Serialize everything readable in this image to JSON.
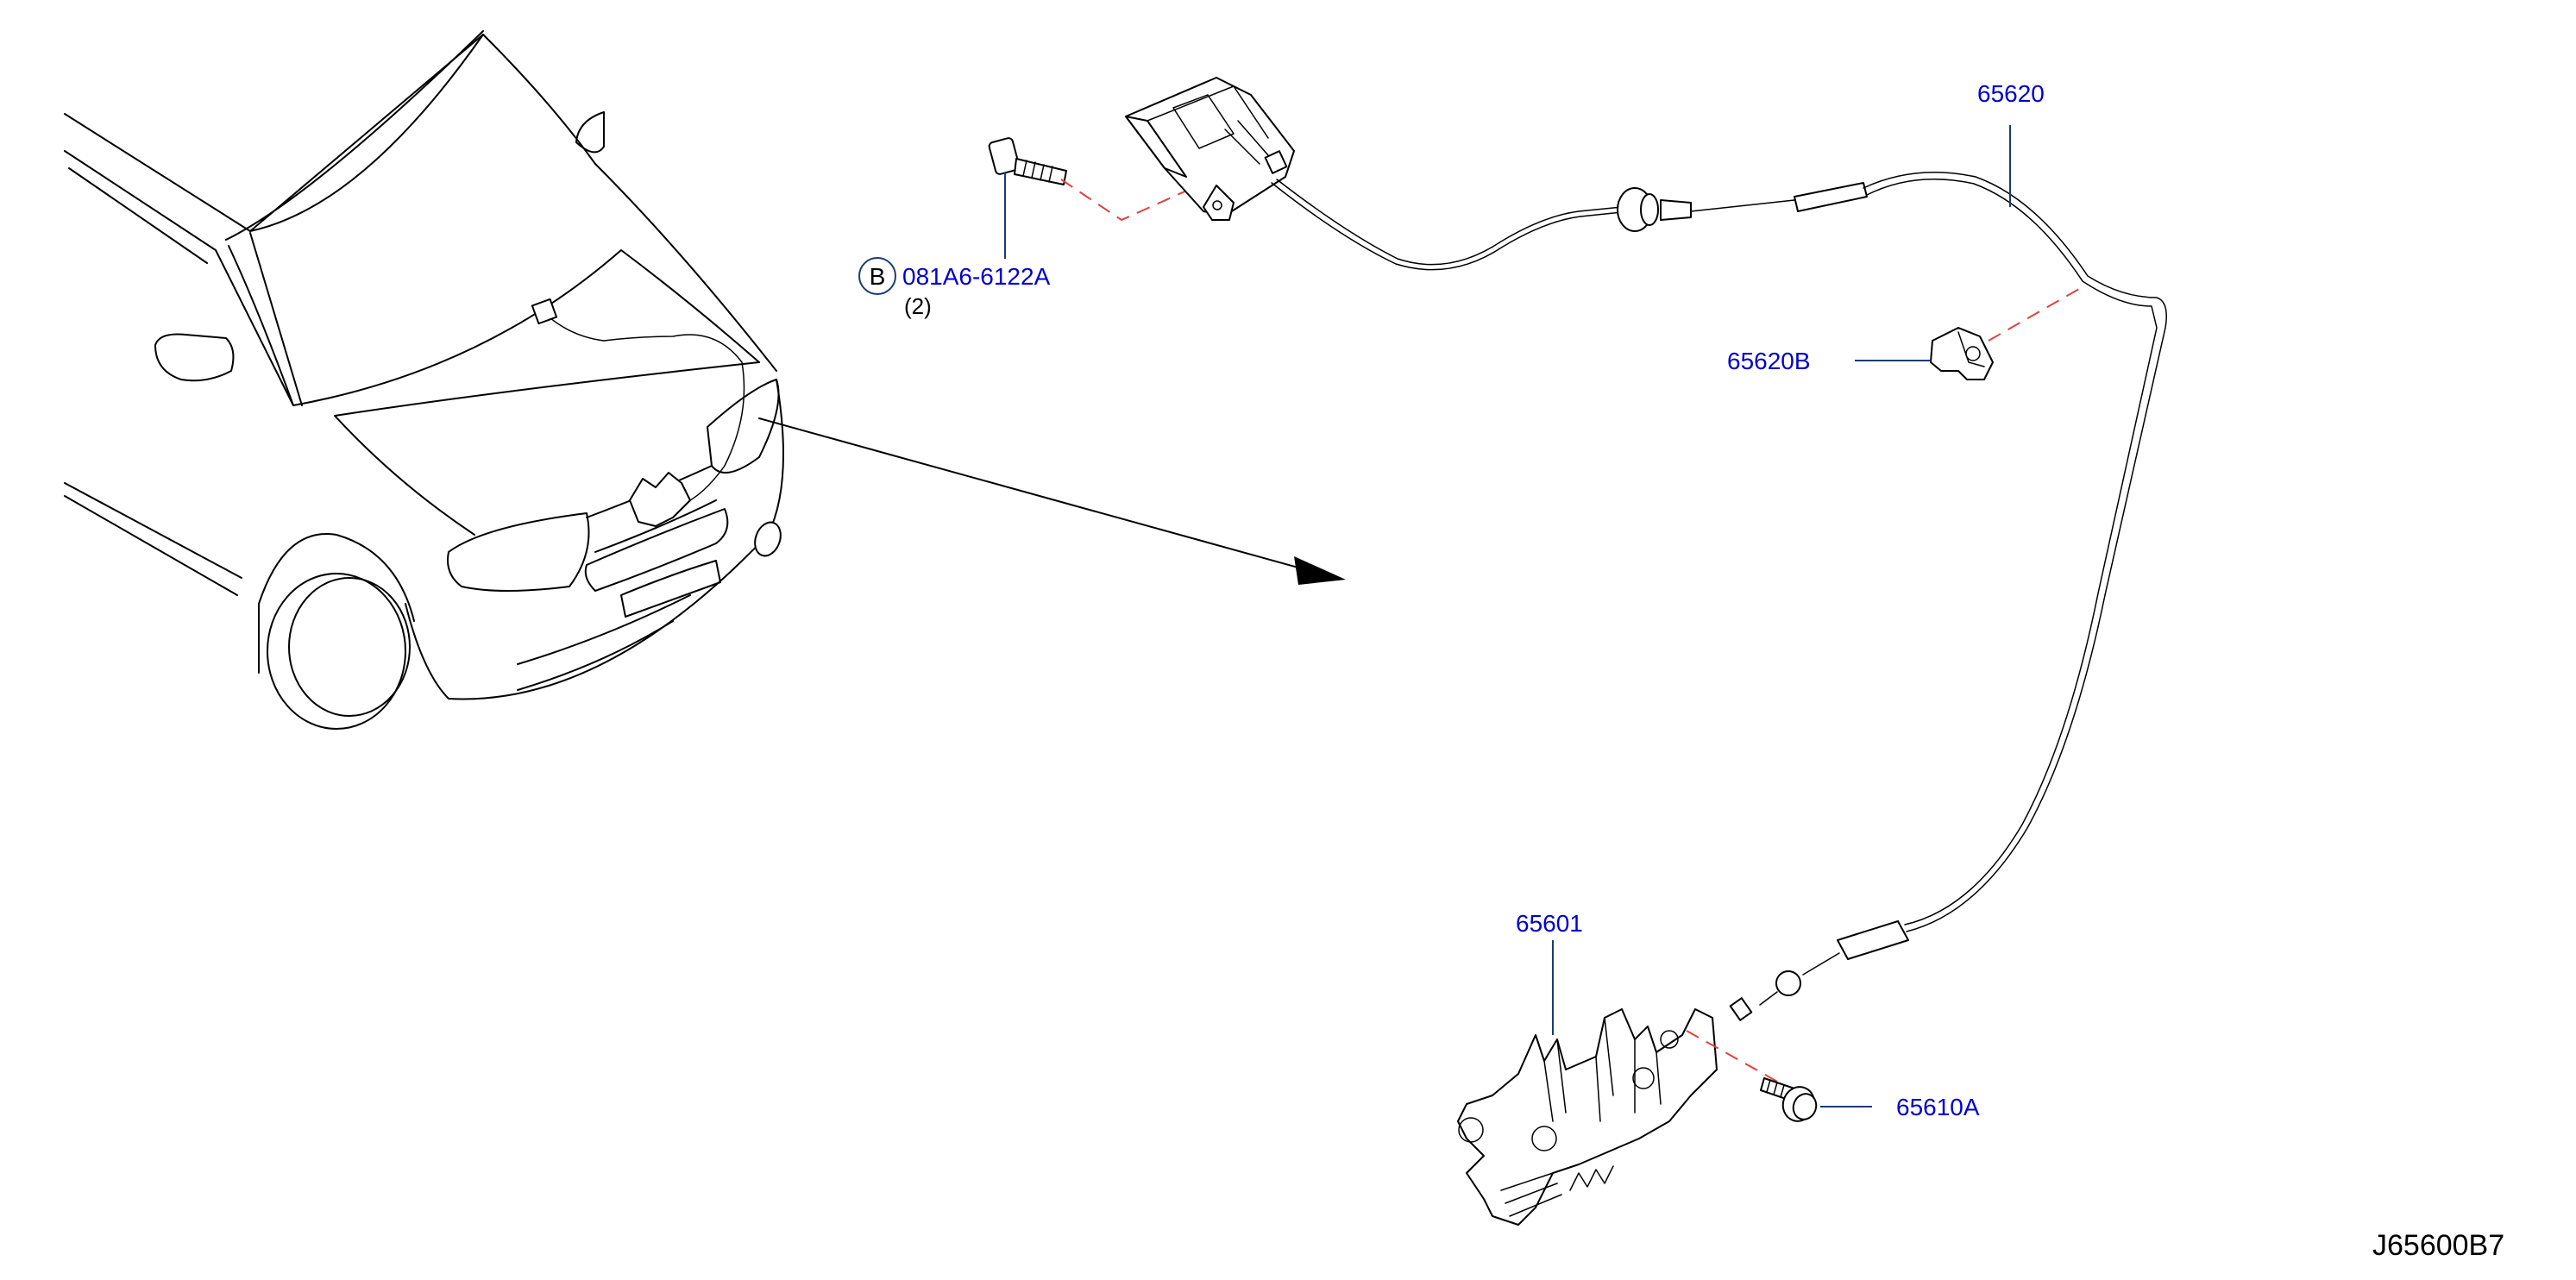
{
  "colors": {
    "callout_text": "#0000cc",
    "leader_line": "#1a3d6e",
    "dashed_line": "#e04040",
    "drawing_line": "#000000"
  },
  "callouts": {
    "bolt_prefix": "B",
    "bolt_part": "081A6-6122A",
    "bolt_qty": "(2)",
    "cable": "65620",
    "clip": "65620B",
    "latch": "65601",
    "latch_bolt": "65610A"
  },
  "figure_id": "J65600B7"
}
